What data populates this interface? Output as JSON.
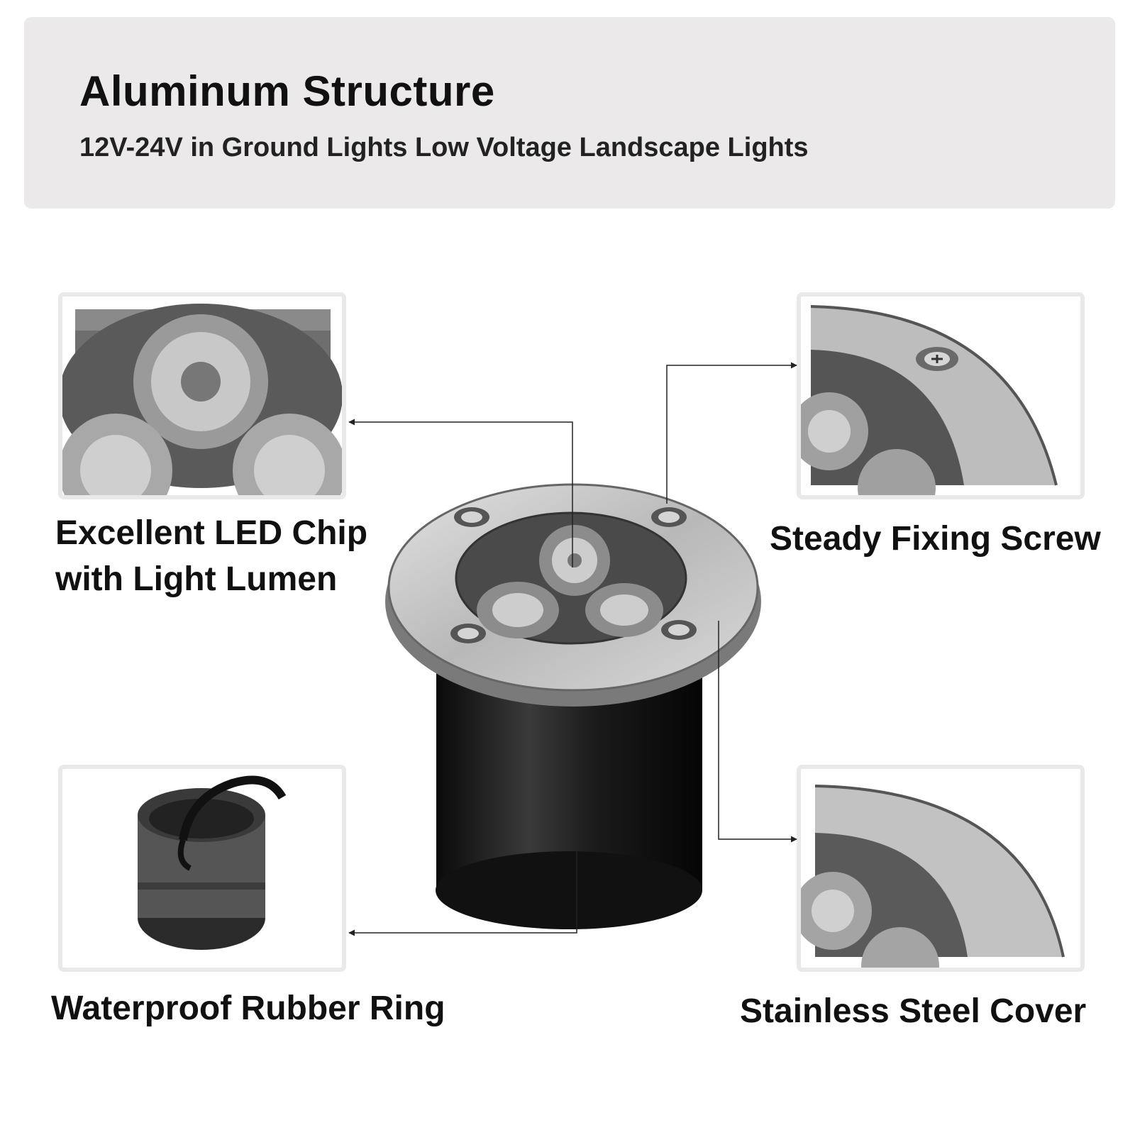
{
  "header": {
    "title": "Aluminum Structure",
    "subtitle": "12V-24V in Ground Lights Low Voltage Landscape Lights"
  },
  "callouts": {
    "led_chip": "Excellent LED Chip with Light Lumen",
    "fixing_screw": "Steady Fixing Screw",
    "rubber_ring": "Waterproof Rubber Ring",
    "steel_cover": "Stainless Steel Cover"
  },
  "colors": {
    "header_bg": "#ebe9e9",
    "steel": "#c9c9c9",
    "body_black": "#111111",
    "lens_dark": "#4a4a4a"
  }
}
